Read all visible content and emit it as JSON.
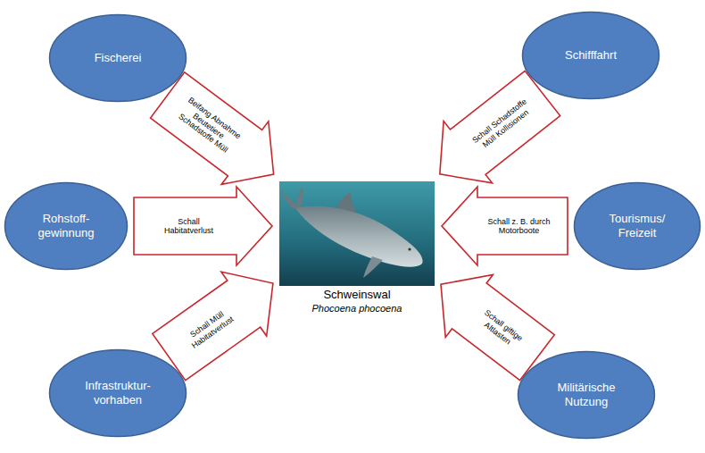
{
  "diagram": {
    "nodes": [
      {
        "text": [
          "Fischerei"
        ]
      },
      {
        "text": [
          "Schifffahrt"
        ]
      },
      {
        "text": [
          "Rohstoff- gewinnung"
        ]
      },
      {
        "text": [
          "Schweinswal",
          "Phocoena phocoena"
        ]
      },
      {
        "text": [
          "Tourismus/ Freizeit"
        ]
      },
      {
        "text": [
          "Infrastruktur- vorhaben"
        ]
      },
      {
        "text": [
          "Militärische Nutzung"
        ]
      }
    ],
    "edges": [
      {
        "from": 0,
        "to": 3,
        "arrow": "to",
        "label": "Beifang Abnahme Beutetiere Schadstoffe Müll"
      },
      {
        "from": 1,
        "to": 3,
        "arrow": "to",
        "label": "Schall Schadstoffe Müll Kollisionen"
      },
      {
        "from": 2,
        "to": 3,
        "arrow": "to",
        "label": "Schall Habitatverlust"
      },
      {
        "from": 4,
        "to": 3,
        "arrow": "to",
        "label": "Schall z. B. durch Motorboote"
      },
      {
        "from": 5,
        "to": 3,
        "arrow": "to",
        "label": "Schall Müll Habitatverlust"
      },
      {
        "from": 6,
        "to": 3,
        "arrow": "to",
        "label": "Schall giftige Altlasten"
      }
    ]
  }
}
